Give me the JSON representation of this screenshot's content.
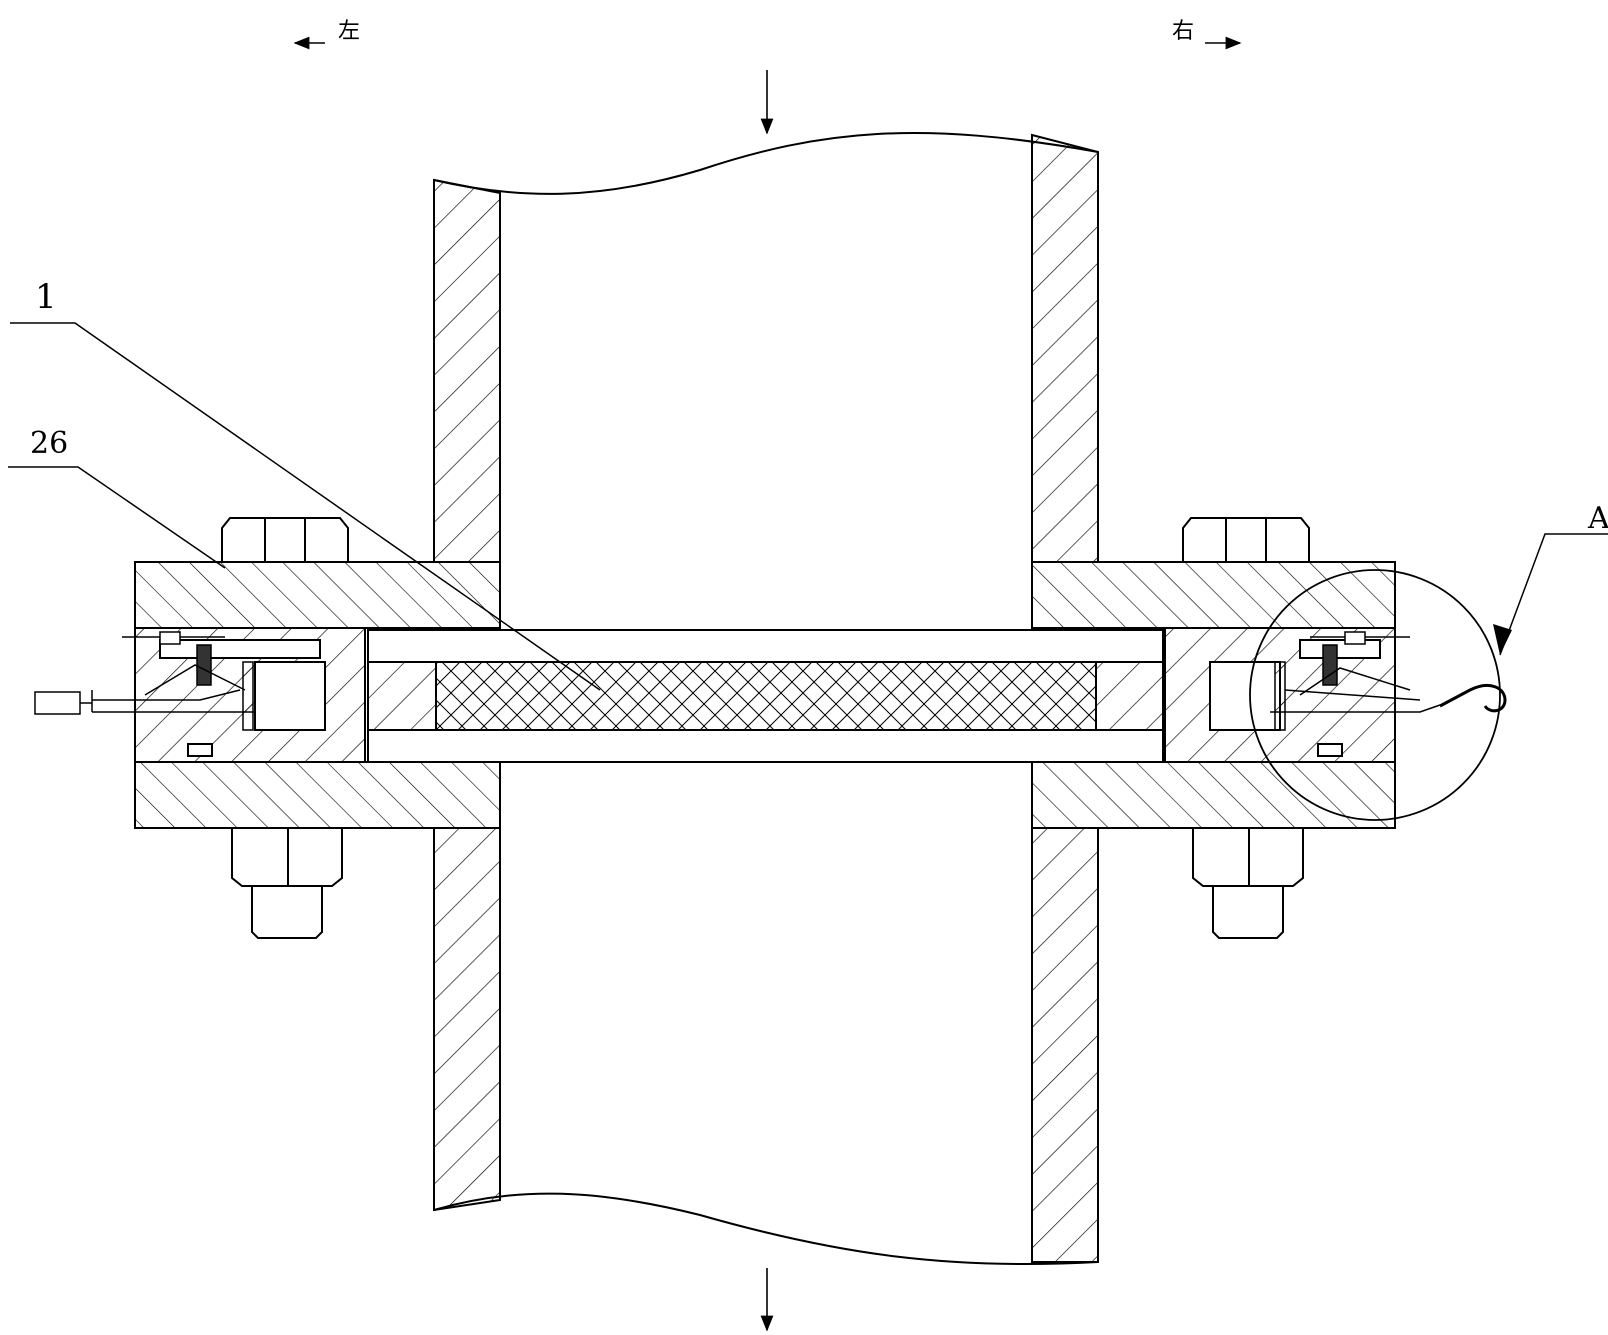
{
  "labels": {
    "left_dir": "左",
    "right_dir": "右",
    "part_1": "1",
    "part_26": "26",
    "detail_a": "A"
  },
  "colors": {
    "line": "#000000",
    "background": "#ffffff"
  },
  "icons": {
    "direction_arrow": "arrow-icon",
    "bolt": "hex-bolt-icon",
    "hook": "hook-icon"
  }
}
